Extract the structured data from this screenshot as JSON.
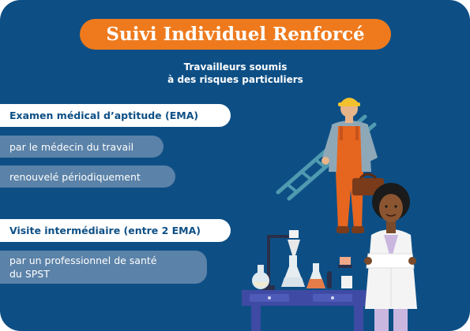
{
  "title": "Suivi Individuel Renforcé",
  "subtitle_line1": "Travailleurs soumis",
  "subtitle_line2": "à des risques particuliers",
  "section1": {
    "heading": "Examen médical d’aptitude (EMA)",
    "items": [
      "par le médecin du travail",
      "renouvelé périodiquement"
    ]
  },
  "section2": {
    "heading": "Visite intermédiaire (entre 2 EMA)",
    "item_line1": "par un professionnel de santé",
    "item_line2": "du SPST"
  },
  "colors": {
    "background": "#0d4f85",
    "accent_orange": "#ee7a1d",
    "pill_light": "#5b82a8",
    "text_dark": "#0d4f85"
  },
  "illustration": {
    "worker": "construction-worker-with-ladder",
    "doctor": "doctor-in-lab-coat",
    "lab": "laboratory-bench-with-glassware"
  }
}
